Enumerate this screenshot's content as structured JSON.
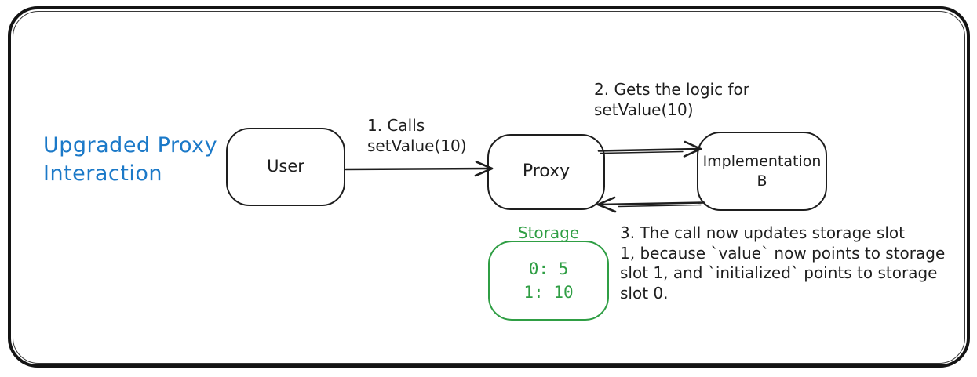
{
  "diagram": {
    "title": "Upgraded Proxy\nInteraction",
    "nodes": {
      "user": {
        "label": "User"
      },
      "proxy": {
        "label": "Proxy"
      },
      "implementation": {
        "label": "Implementation\nB"
      },
      "storage": {
        "title": "Storage",
        "slots": [
          {
            "key": "0",
            "value": "5",
            "text": "0: 5"
          },
          {
            "key": "1",
            "value": "10",
            "text": "1: 10"
          }
        ]
      }
    },
    "annotations": {
      "step1": "1. Calls\nsetValue(10)",
      "step2": "2. Gets the logic for\nsetValue(10)",
      "step3": "3. The call now updates storage slot\n1, because `value` now points to storage\nslot 1, and `initialized` points to storage\nslot 0."
    },
    "colors": {
      "stroke": "#1e1e1e",
      "accent_blue": "#1b79c8",
      "accent_green": "#2f9e44"
    }
  }
}
